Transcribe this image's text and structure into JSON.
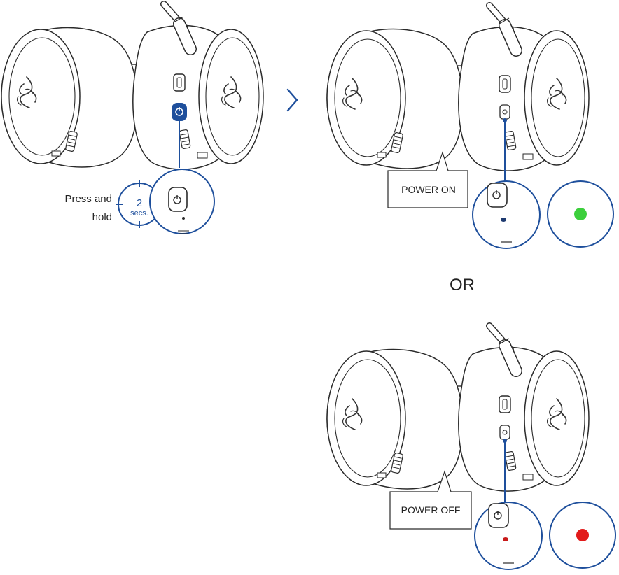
{
  "instruction": {
    "line1": "Press and",
    "line2": "hold",
    "timer_value": "2",
    "timer_unit": "secs."
  },
  "states": {
    "on_label": "POWER ON",
    "off_label": "POWER OFF",
    "or_label": "OR"
  },
  "colors": {
    "accent_blue": "#1e4f9c",
    "led_on": "#3ccf3c",
    "led_off": "#e21a1a",
    "line": "#2a2a2a"
  },
  "icons": [
    "headset",
    "razer-logo",
    "power-button",
    "arrow-right",
    "led-indicator",
    "timer-dial"
  ]
}
